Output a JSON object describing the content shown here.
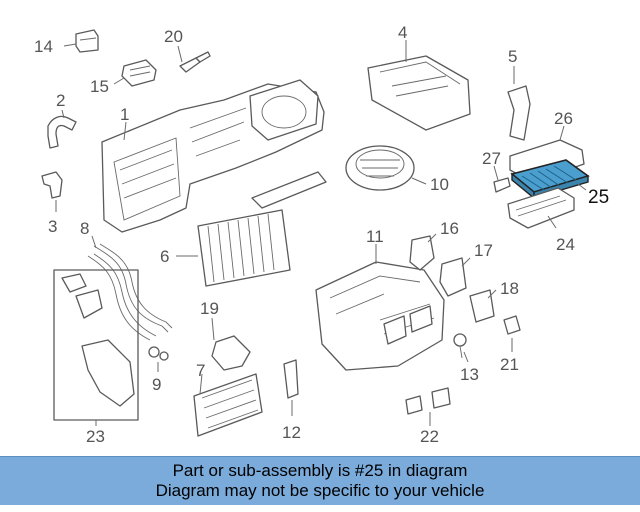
{
  "labels": {
    "p1": "1",
    "p2": "2",
    "p3": "3",
    "p4": "4",
    "p5": "5",
    "p6": "6",
    "p7": "7",
    "p8": "8",
    "p9": "9",
    "p10": "10",
    "p11": "11",
    "p12": "12",
    "p13": "13",
    "p14": "14",
    "p15": "15",
    "p16": "16",
    "p17": "17",
    "p18": "18",
    "p19": "19",
    "p20": "20",
    "p21": "21",
    "p22": "22",
    "p23": "23",
    "p24": "24",
    "p25": "25",
    "p26": "26",
    "p27": "27"
  },
  "highlight": {
    "part": "25",
    "fill": "#4a9fcf",
    "stroke": "#222222"
  },
  "banner": {
    "line1": "Part or sub-assembly is #25 in diagram",
    "line2": "Diagram may not be specific to your vehicle",
    "background": "#7aabdb"
  }
}
